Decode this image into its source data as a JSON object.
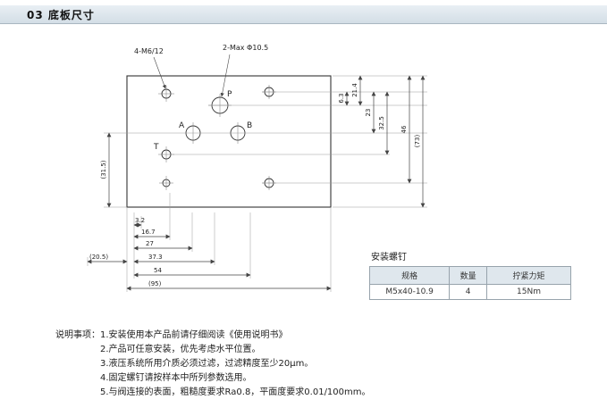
{
  "header": {
    "title": "03 底板尺寸"
  },
  "colors": {
    "header_bg": "#dde6ee"
  },
  "drawing": {
    "labels": {
      "hole_note_m6": "4-M6/12",
      "hole_note_max": "2-Max Φ10.5",
      "port_p": "P",
      "port_a": "A",
      "port_b": "B",
      "port_t": "T"
    },
    "dims_bottom": {
      "d1": "3.2",
      "d2": "16.7",
      "d3": "27",
      "d4": "37.3",
      "d5": "54",
      "d6": "(95)",
      "d_left": "(20.5)"
    },
    "dims_right": {
      "r1": "6.3",
      "r2": "21.4",
      "r3": "23",
      "r4": "32.5",
      "r5": "46",
      "r6": "(73)"
    },
    "dims_left": {
      "l1": "(31.5)"
    }
  },
  "table": {
    "title": "安装螺钉",
    "headers": [
      "规格",
      "数量",
      "拧紧力矩"
    ],
    "rows": [
      [
        "M5x40-10.9",
        "4",
        "15Nm"
      ]
    ]
  },
  "notes": {
    "label": "说明事项：",
    "items": [
      "1.安装使用本产品前请仔细阅读《使用说明书》",
      "2.产品可任意安装，优先考虑水平位置。",
      "3.液压系统所用介质必须过滤，过滤精度至少20μm。",
      "4.固定螺钉请按样本中所列参数选用。",
      "5.与阀连接的表面，粗糙度要求Ra0.8，平面度要求0.01/100mm。"
    ]
  }
}
